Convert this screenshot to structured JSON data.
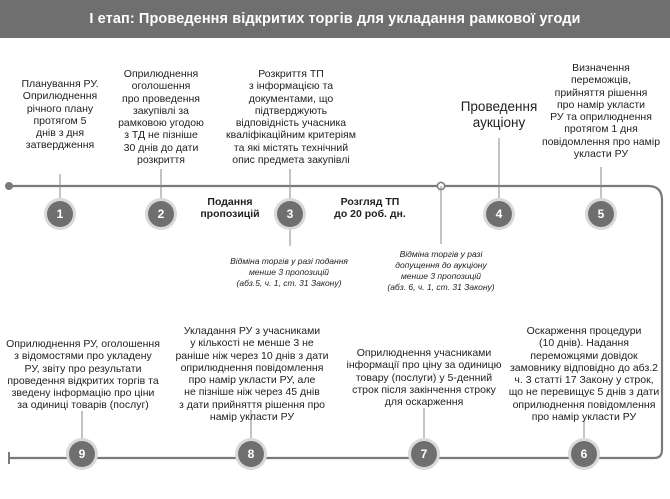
{
  "header": {
    "title": "І етап: Проведення відкритих торгів для укладання рамкової угоди"
  },
  "top_steps": [
    {
      "number": "1",
      "text": "Планування РУ.\nОприлюднення\nрічного плану\nпротягом 5\nднів з дня\nзатвердження"
    },
    {
      "number": "2",
      "text": "Оприлюднення\nоголошення\nпро проведення\nзакупівлі за\nрамковою угодою\nз ТД не пізніше\n30 днів до дати\nрозкриття"
    },
    {
      "number": "3",
      "text": "Розкриття ТП\nз інформацією та\nдокументами, що\nпідтверджують\nвідповідність учасника\nкваліфікаційним критеріям\nта які містять технічний\nопис предмета закупівлі"
    },
    {
      "number": "4",
      "text": "Проведення\nаукціону"
    },
    {
      "number": "5",
      "text": "Визначення\nпереможців,\nприйняття рішення\nпро намір укласти\nРУ та оприлюднення\nпротягом 1 дня\nповідомлення про намір\nукласти РУ"
    }
  ],
  "phase_labels": [
    "Подання\nпропозицій",
    "Розгляд ТП\nдо 20 роб. дн."
  ],
  "notes": [
    "Відміна торгів у разі подання\nменше 3 пропозицій\n(абз.5, ч. 1, ст. 31 Закону)",
    "Відміна торгів у разі\nдопущення до аукціону\nменше 3 пропозицій\n(абз. 6, ч. 1, ст. 31 Закону)"
  ],
  "bottom_steps": [
    {
      "number": "9",
      "text": "Оприлюднення РУ, оголошення\nз відомостями про укладену\nРУ, звіту про результати\nпроведення відкритих торгів та\nзведену інформацію про ціни\nза одиниці товарів (послуг)"
    },
    {
      "number": "8",
      "text": "Укладання РУ з учасниками\nу кількості не менше 3 не\nраніше ніж через 10 днів з дати\nоприлюднення повідомлення\nпро намір укласти РУ, але\nне пізніше ніж через 45 днів\nз дати прийняття рішення про\nнамір укласти РУ"
    },
    {
      "number": "7",
      "text": "Оприлюднення учасниками\nінформації про ціну за одиницю\nтовару (послуги) у 5-денний\nстрок після закінчення строку\nдля оскарження"
    },
    {
      "number": "6",
      "text": "Оскарження процедури\n(10 днів). Надання\nпереможцями довідок\nзамовнику відповідно до абз.2\nч. 3 статті 17 Закону у строк,\nщо не перевищує 5 днів з дати\nоприлюднення повідомлення\nпро намір укласти РУ"
    }
  ],
  "colors": {
    "banner": "#6f6f6f",
    "line": "#7a7a7a",
    "circle": "#6f6f6f",
    "circle_ring": "#d9d9d9"
  }
}
